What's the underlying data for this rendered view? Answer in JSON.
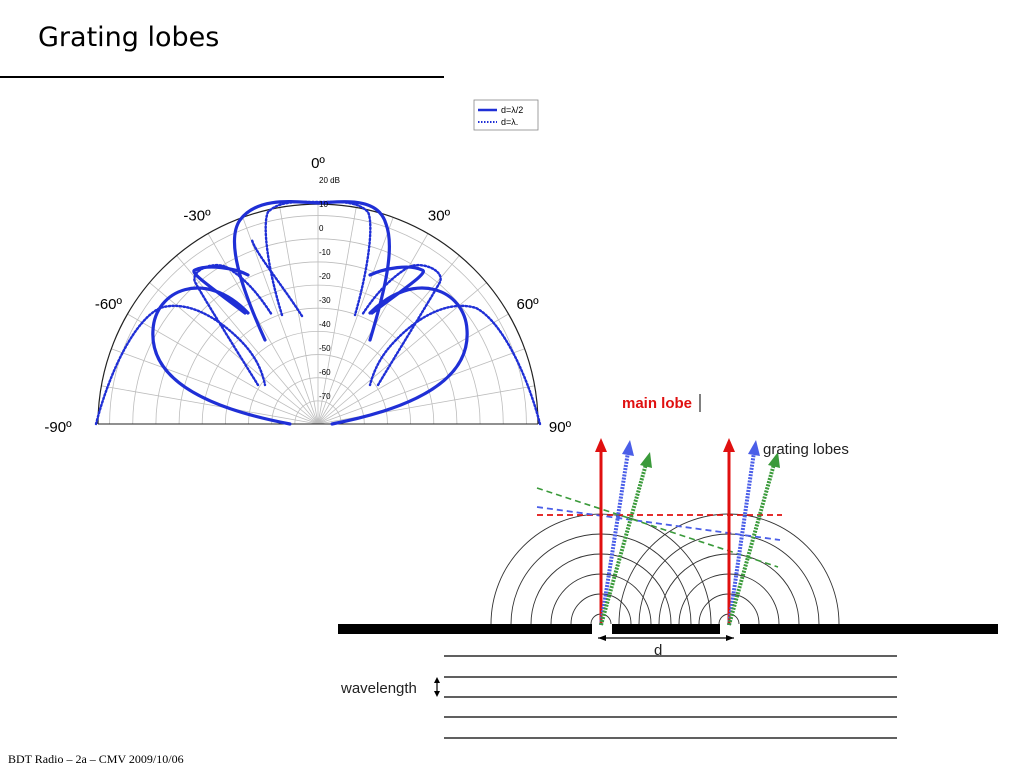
{
  "slide": {
    "title": "Grating lobes",
    "footer": "BDT Radio – 2a – CMV 2009/10/06"
  },
  "polar": {
    "legend": [
      {
        "label": "d=λ/2",
        "style": "solid",
        "color": "#1f2fd6"
      },
      {
        "label": "d=λ.",
        "style": "dotted",
        "color": "#1f2fd6"
      }
    ],
    "angle_labels": [
      {
        "deg": -90,
        "text": "-90º"
      },
      {
        "deg": -60,
        "text": "-60º"
      },
      {
        "deg": -30,
        "text": "-30º"
      },
      {
        "deg": 0,
        "text": "0º"
      },
      {
        "deg": 30,
        "text": "30º"
      },
      {
        "deg": 60,
        "text": "60º"
      },
      {
        "deg": 90,
        "text": "90º"
      }
    ],
    "db_labels": [
      "20 dB",
      "10",
      "0",
      "-10",
      "-20",
      "-30",
      "-40",
      "-50",
      "-60",
      "-70"
    ],
    "line_color": "#1f2fd6"
  },
  "diagram": {
    "main_lobe_label": "main lobe",
    "grating_lobes_label": "grating lobes",
    "spacing_label": "d",
    "wavelength_label": "wavelength",
    "colors": {
      "main": "#e01010",
      "blue": "#4a5ee8",
      "green": "#3a9a3a"
    }
  }
}
